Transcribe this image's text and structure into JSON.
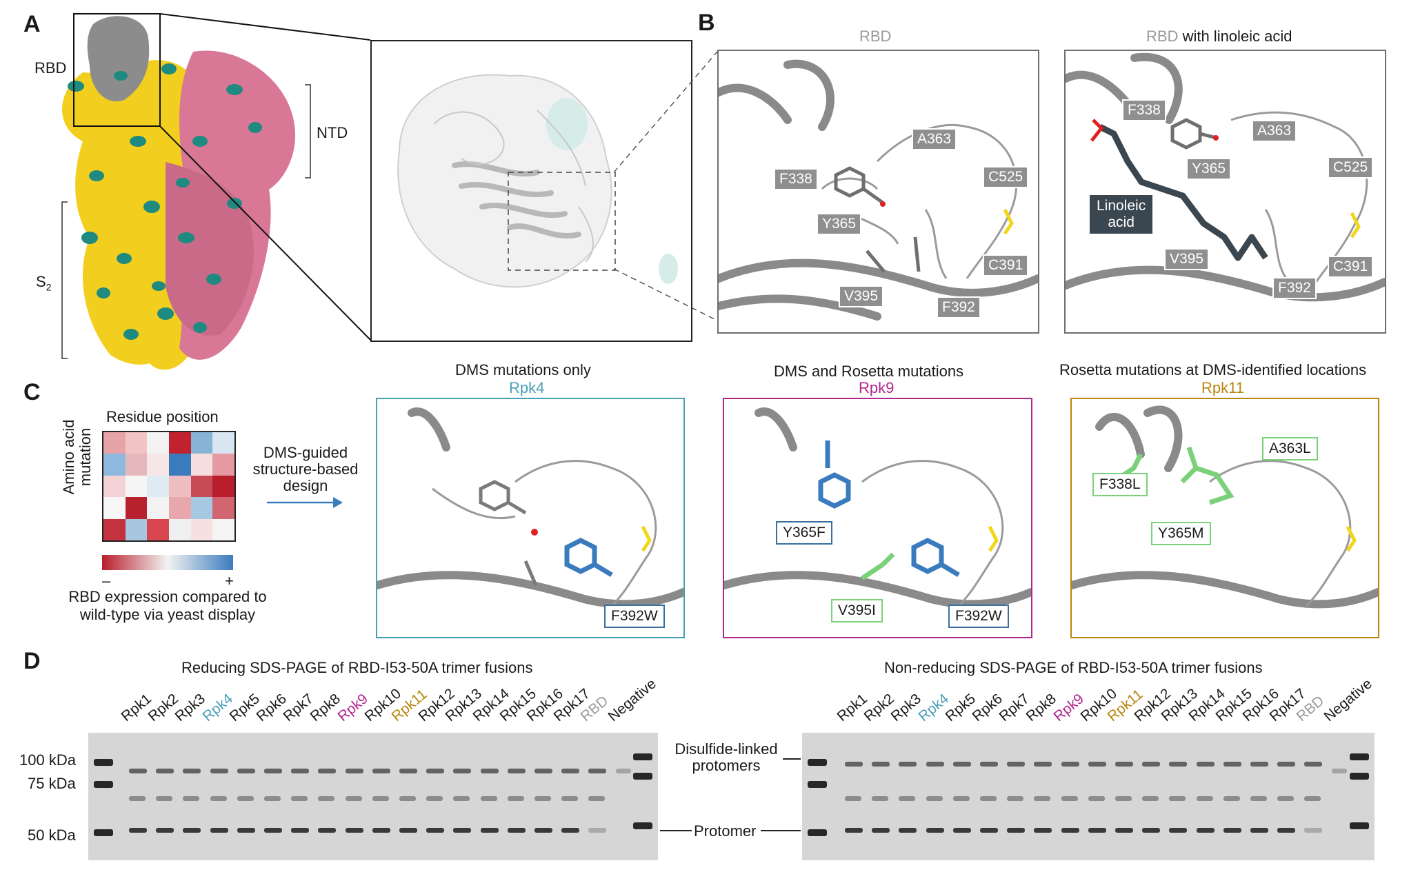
{
  "panel_letters": {
    "a": "A",
    "b": "B",
    "c": "C",
    "d": "D"
  },
  "panel_a": {
    "rbd_label": "RBD",
    "ntd_label": "NTD",
    "s2_label": "S",
    "s2_sub": "2"
  },
  "panel_b": {
    "left_title": "RBD",
    "right_title_rbd": "RBD",
    "right_title_rest": " with linoleic acid",
    "left_residues": [
      "F338",
      "Y365",
      "A363",
      "C525",
      "C391",
      "V395",
      "F392"
    ],
    "right_residues": [
      "F338",
      "Y365",
      "A363",
      "C525",
      "C391",
      "V395",
      "F392"
    ],
    "ligand_line1": "Linoleic",
    "ligand_line2": "acid"
  },
  "panel_c": {
    "heatmap_title": "Residue position",
    "heatmap_ylabel_1": "Amino acid",
    "heatmap_ylabel_2": "mutation",
    "colorbar_minus": "–",
    "colorbar_plus": "+",
    "colorbar_caption_1": "RBD expression compared to",
    "colorbar_caption_2": "wild-type via yeast display",
    "arrow_label_1": "DMS-guided",
    "arrow_label_2": "structure-based",
    "arrow_label_3": "design",
    "designs": [
      {
        "title": "DMS mutations only",
        "name": "Rpk4",
        "color": "#4a9fb8",
        "mutations": [
          "F392W"
        ]
      },
      {
        "title": "DMS and Rosetta mutations",
        "name": "Rpk9",
        "color": "#b1258f",
        "mutations": [
          "Y365F",
          "V395I",
          "F392W"
        ]
      },
      {
        "title": "Rosetta mutations at DMS-identified locations",
        "name": "Rpk11",
        "color": "#b8860b",
        "mutations": [
          "F338L",
          "A363L",
          "Y365M"
        ]
      }
    ],
    "heatmap_colors": [
      [
        "#e8a3a8",
        "#f2c4c6",
        "#f3f3f3",
        "#c0232f",
        "#86b3d6",
        "#d9e6f1"
      ],
      [
        "#8fb9dc",
        "#e5b8bc",
        "#f6e6e6",
        "#3a7bbd",
        "#f7dede",
        "#e59aa2"
      ],
      [
        "#f3d3d5",
        "#f5f5f5",
        "#e0eaf3",
        "#edbfc3",
        "#c74a55",
        "#b81e2b"
      ],
      [
        "#f7f7f7",
        "#b8212e",
        "#f3f3f3",
        "#e8a7ad",
        "#a7c8e3",
        "#d16670"
      ],
      [
        "#c3323e",
        "#a7c7e1",
        "#d8464f",
        "#f0f0f0",
        "#f6e0e1",
        "#f5f5f5"
      ]
    ]
  },
  "panel_d": {
    "left_title": "Reducing SDS-PAGE of RBD-I53-50A trimer fusions",
    "right_title": "Non-reducing SDS-PAGE of RBD-I53-50A trimer fusions",
    "lanes": [
      "Rpk1",
      "Rpk2",
      "Rpk3",
      "Rpk4",
      "Rpk5",
      "Rpk6",
      "Rpk7",
      "Rpk8",
      "Rpk9",
      "Rpk10",
      "Rpk11",
      "Rpk12",
      "Rpk13",
      "Rpk14",
      "Rpk15",
      "Rpk16",
      "Rpk17",
      "RBD",
      "Negative"
    ],
    "lane_colors": {
      "Rpk4": "#4a9fb8",
      "Rpk9": "#b1258f",
      "Rpk11": "#b8860b",
      "RBD": "#9a9a9a"
    },
    "mw_markers": [
      "100 kDa",
      "75 kDa",
      "50 kDa"
    ],
    "annot_disulfide_1": "Disulfide-linked",
    "annot_disulfide_2": "protomers",
    "annot_protomer": "Protomer"
  }
}
